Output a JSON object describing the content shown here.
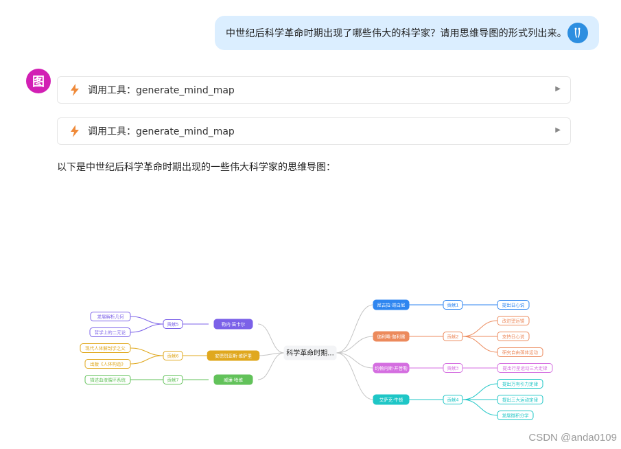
{
  "user_message": "中世纪后科学革命时期出现了哪些伟大的科学家？请用思维导图的形式列出来。",
  "bot_avatar_text": "图",
  "tool_calls": [
    {
      "label": "调用工具：generate_mind_map",
      "arrow": "▶"
    },
    {
      "label": "调用工具：generate_mind_map",
      "arrow": "▶"
    }
  ],
  "answer_text": "以下是中世纪后科学革命时期出现的一些伟大科学家的思维导图：",
  "mind_map": {
    "root": "科学革命时期...",
    "right": [
      {
        "name": "尼古拉·哥白尼",
        "color": "#2f86f0",
        "sub": "贡献1",
        "leaves": [
          "提出日心说"
        ]
      },
      {
        "name": "伽利略·伽利雷",
        "color": "#ec8a5c",
        "sub": "贡献2",
        "leaves": [
          "改进望远镜",
          "支持日心说",
          "研究自由落体运动"
        ]
      },
      {
        "name": "约翰内斯·开普勒",
        "color": "#d46ee0",
        "sub": "贡献3",
        "leaves": [
          "提出行星运动三大定律"
        ]
      },
      {
        "name": "艾萨克·牛顿",
        "color": "#1ec6c6",
        "sub": "贡献4",
        "leaves": [
          "提出万有引力定律",
          "提出三大运动定律",
          "发展微积分学"
        ]
      }
    ],
    "left": [
      {
        "name": "勒内·笛卡尔",
        "color": "#7b61e8",
        "sub": "贡献5",
        "leaves": [
          "发展解析几何",
          "哲学上的二元论"
        ]
      },
      {
        "name": "安德烈亚斯·维萨里",
        "color": "#e0a81e",
        "sub": "贡献6",
        "leaves": [
          "现代人体解剖学之父",
          "出版《人体构造》"
        ]
      },
      {
        "name": "威廉·哈维",
        "color": "#62c25a",
        "sub": "贡献7",
        "leaves": [
          "描述血液循环系统"
        ]
      }
    ]
  },
  "watermark": "CSDN @anda0109"
}
